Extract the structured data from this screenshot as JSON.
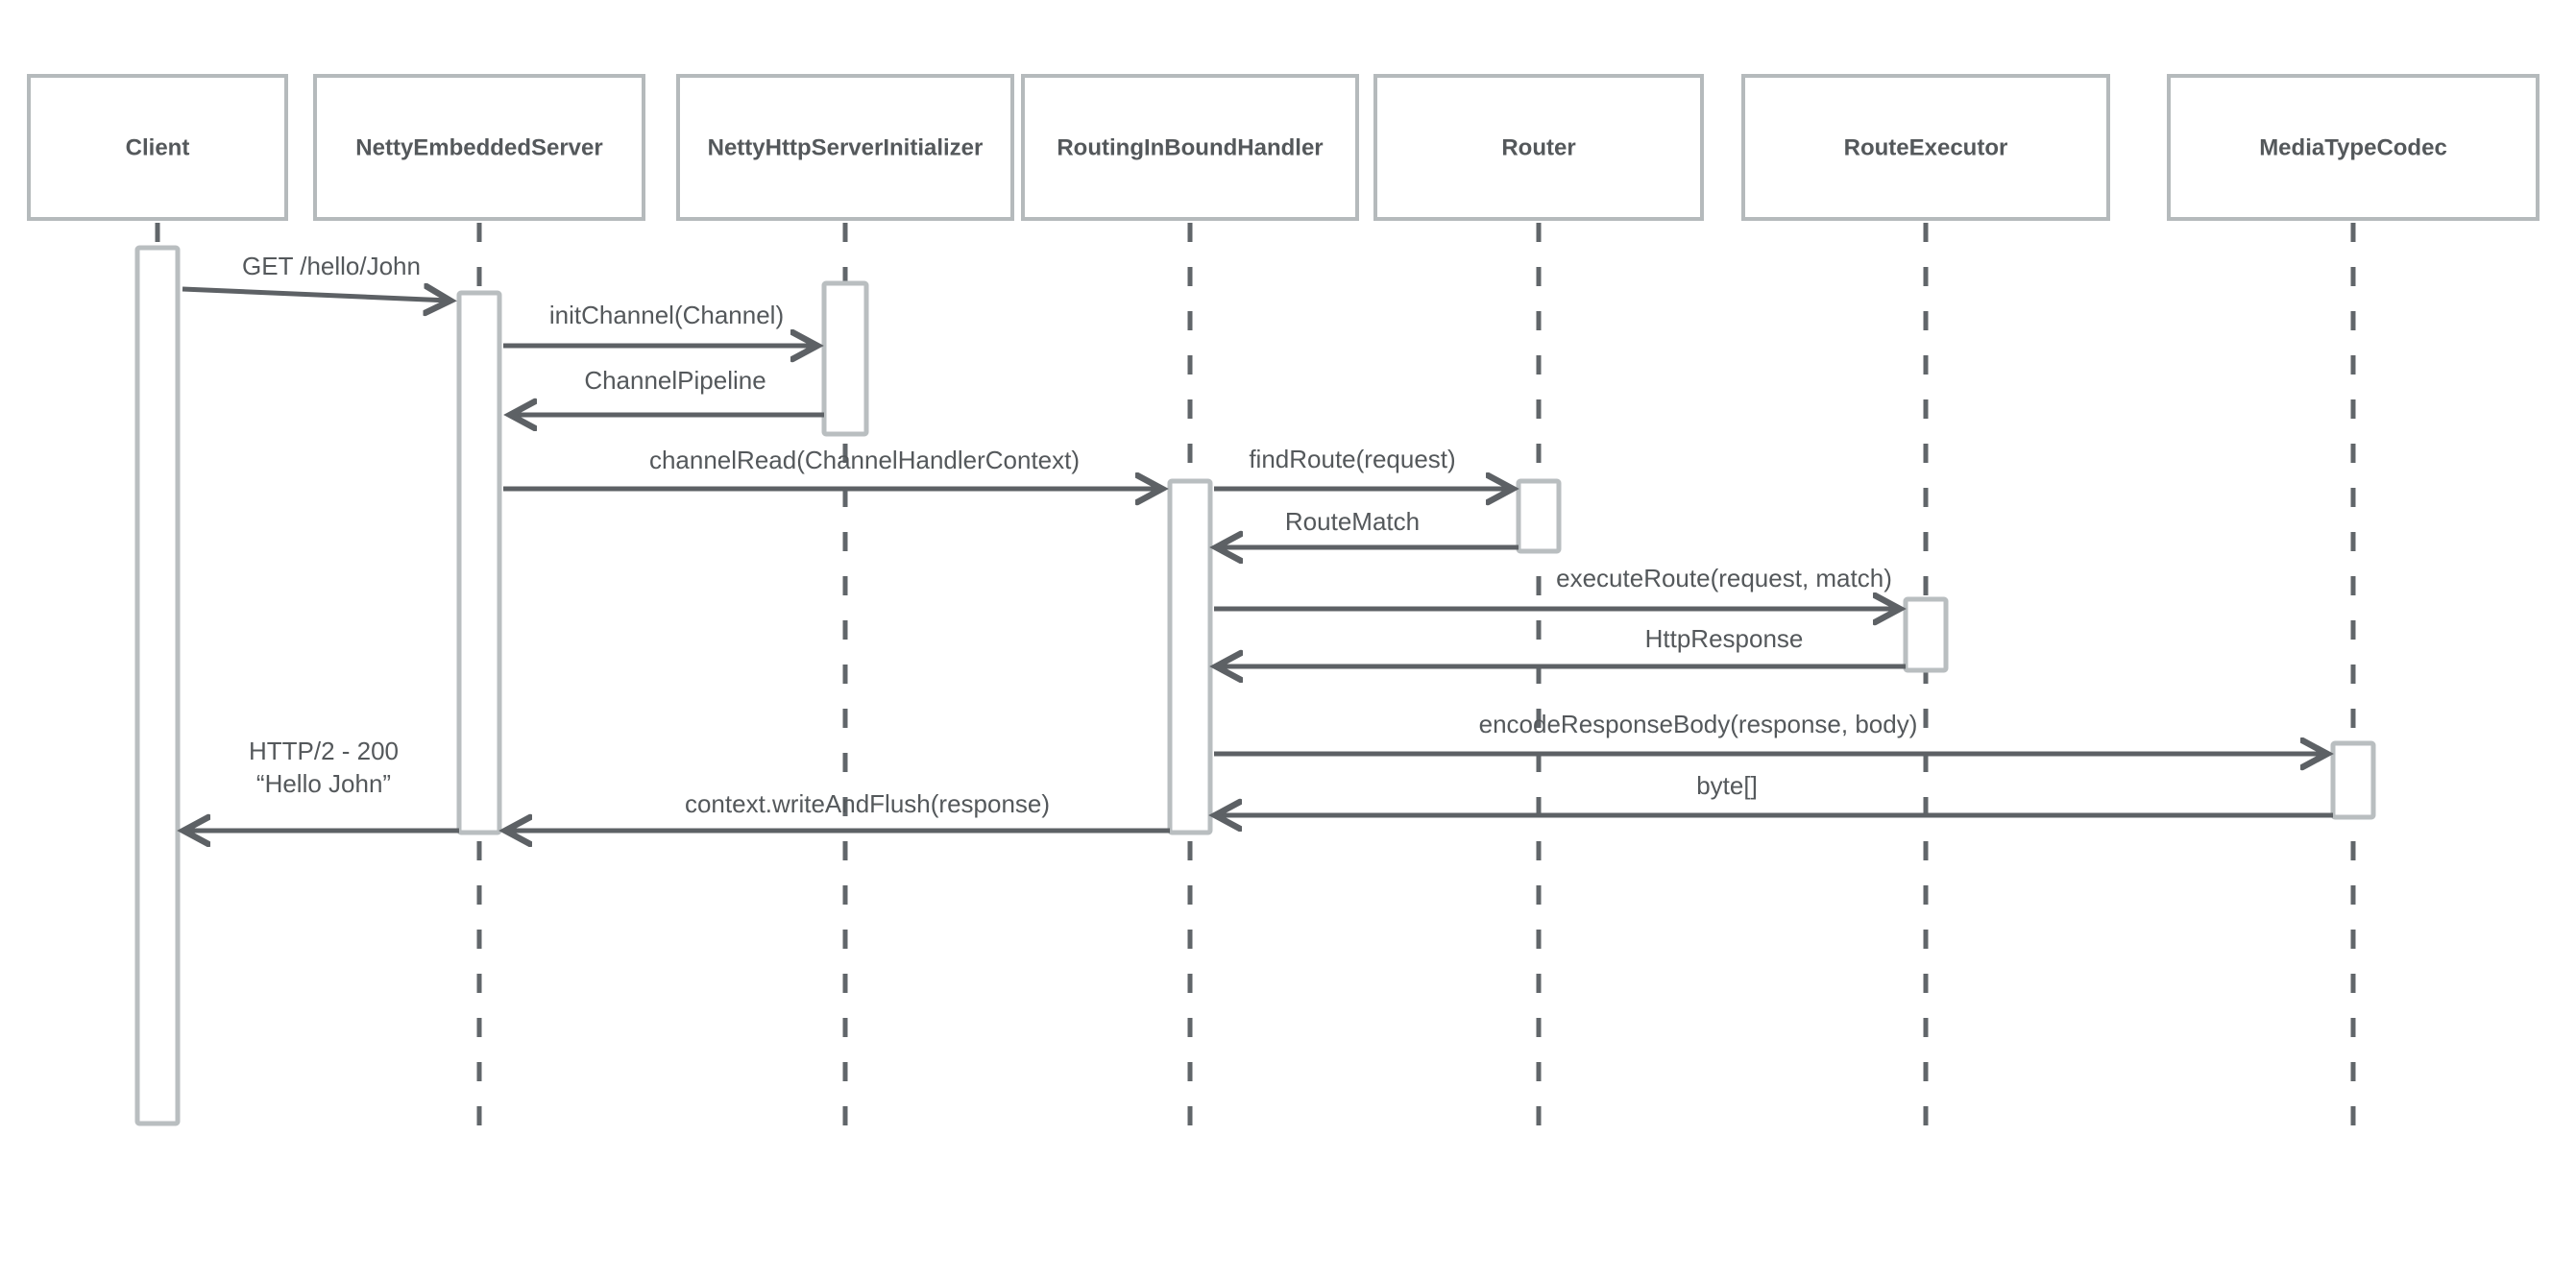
{
  "diagram": {
    "type": "uml-sequence-diagram",
    "background_color": "#ffffff",
    "palette": {
      "participant_border": "#b5babc",
      "participant_fill": "#ffffff",
      "activation_border": "#b9bec0",
      "activation_fill": "#ffffff",
      "lifeline_color": "#61666a",
      "arrow_color": "#5d6165",
      "text_color": "#54585b"
    },
    "participants": [
      {
        "name": "Client"
      },
      {
        "name": "NettyEmbeddedServer"
      },
      {
        "name": "NettyHttpServerInitializer"
      },
      {
        "name": "RoutingInBoundHandler"
      },
      {
        "name": "Router"
      },
      {
        "name": "RouteExecutor"
      },
      {
        "name": "MediaTypeCodec"
      }
    ],
    "messages": [
      {
        "label": "GET /hello/John",
        "from": "Client",
        "to": "NettyEmbeddedServer",
        "kind": "request"
      },
      {
        "label": "initChannel(Channel)",
        "from": "NettyEmbeddedServer",
        "to": "NettyHttpServerInitializer",
        "kind": "request"
      },
      {
        "label": "ChannelPipeline",
        "from": "NettyHttpServerInitializer",
        "to": "NettyEmbeddedServer",
        "kind": "return"
      },
      {
        "label": "channelRead(ChannelHandlerContext)",
        "from": "NettyEmbeddedServer",
        "to": "RoutingInBoundHandler",
        "kind": "request"
      },
      {
        "label": "findRoute(request)",
        "from": "RoutingInBoundHandler",
        "to": "Router",
        "kind": "request"
      },
      {
        "label": "RouteMatch",
        "from": "Router",
        "to": "RoutingInBoundHandler",
        "kind": "return"
      },
      {
        "label": "executeRoute(request, match)",
        "from": "RoutingInBoundHandler",
        "to": "RouteExecutor",
        "kind": "request"
      },
      {
        "label": "HttpResponse",
        "from": "RouteExecutor",
        "to": "RoutingInBoundHandler",
        "kind": "return"
      },
      {
        "label": "encodeResponseBody(response, body)",
        "from": "RoutingInBoundHandler",
        "to": "MediaTypeCodec",
        "kind": "request"
      },
      {
        "label": "byte[]",
        "from": "MediaTypeCodec",
        "to": "RoutingInBoundHandler",
        "kind": "return"
      },
      {
        "label": "context.writeAndFlush(response)",
        "from": "RoutingInBoundHandler",
        "to": "NettyEmbeddedServer",
        "kind": "return"
      },
      {
        "label": "HTTP/2 - 200",
        "label_line2": "“Hello John”",
        "from": "NettyEmbeddedServer",
        "to": "Client",
        "kind": "return"
      }
    ]
  }
}
